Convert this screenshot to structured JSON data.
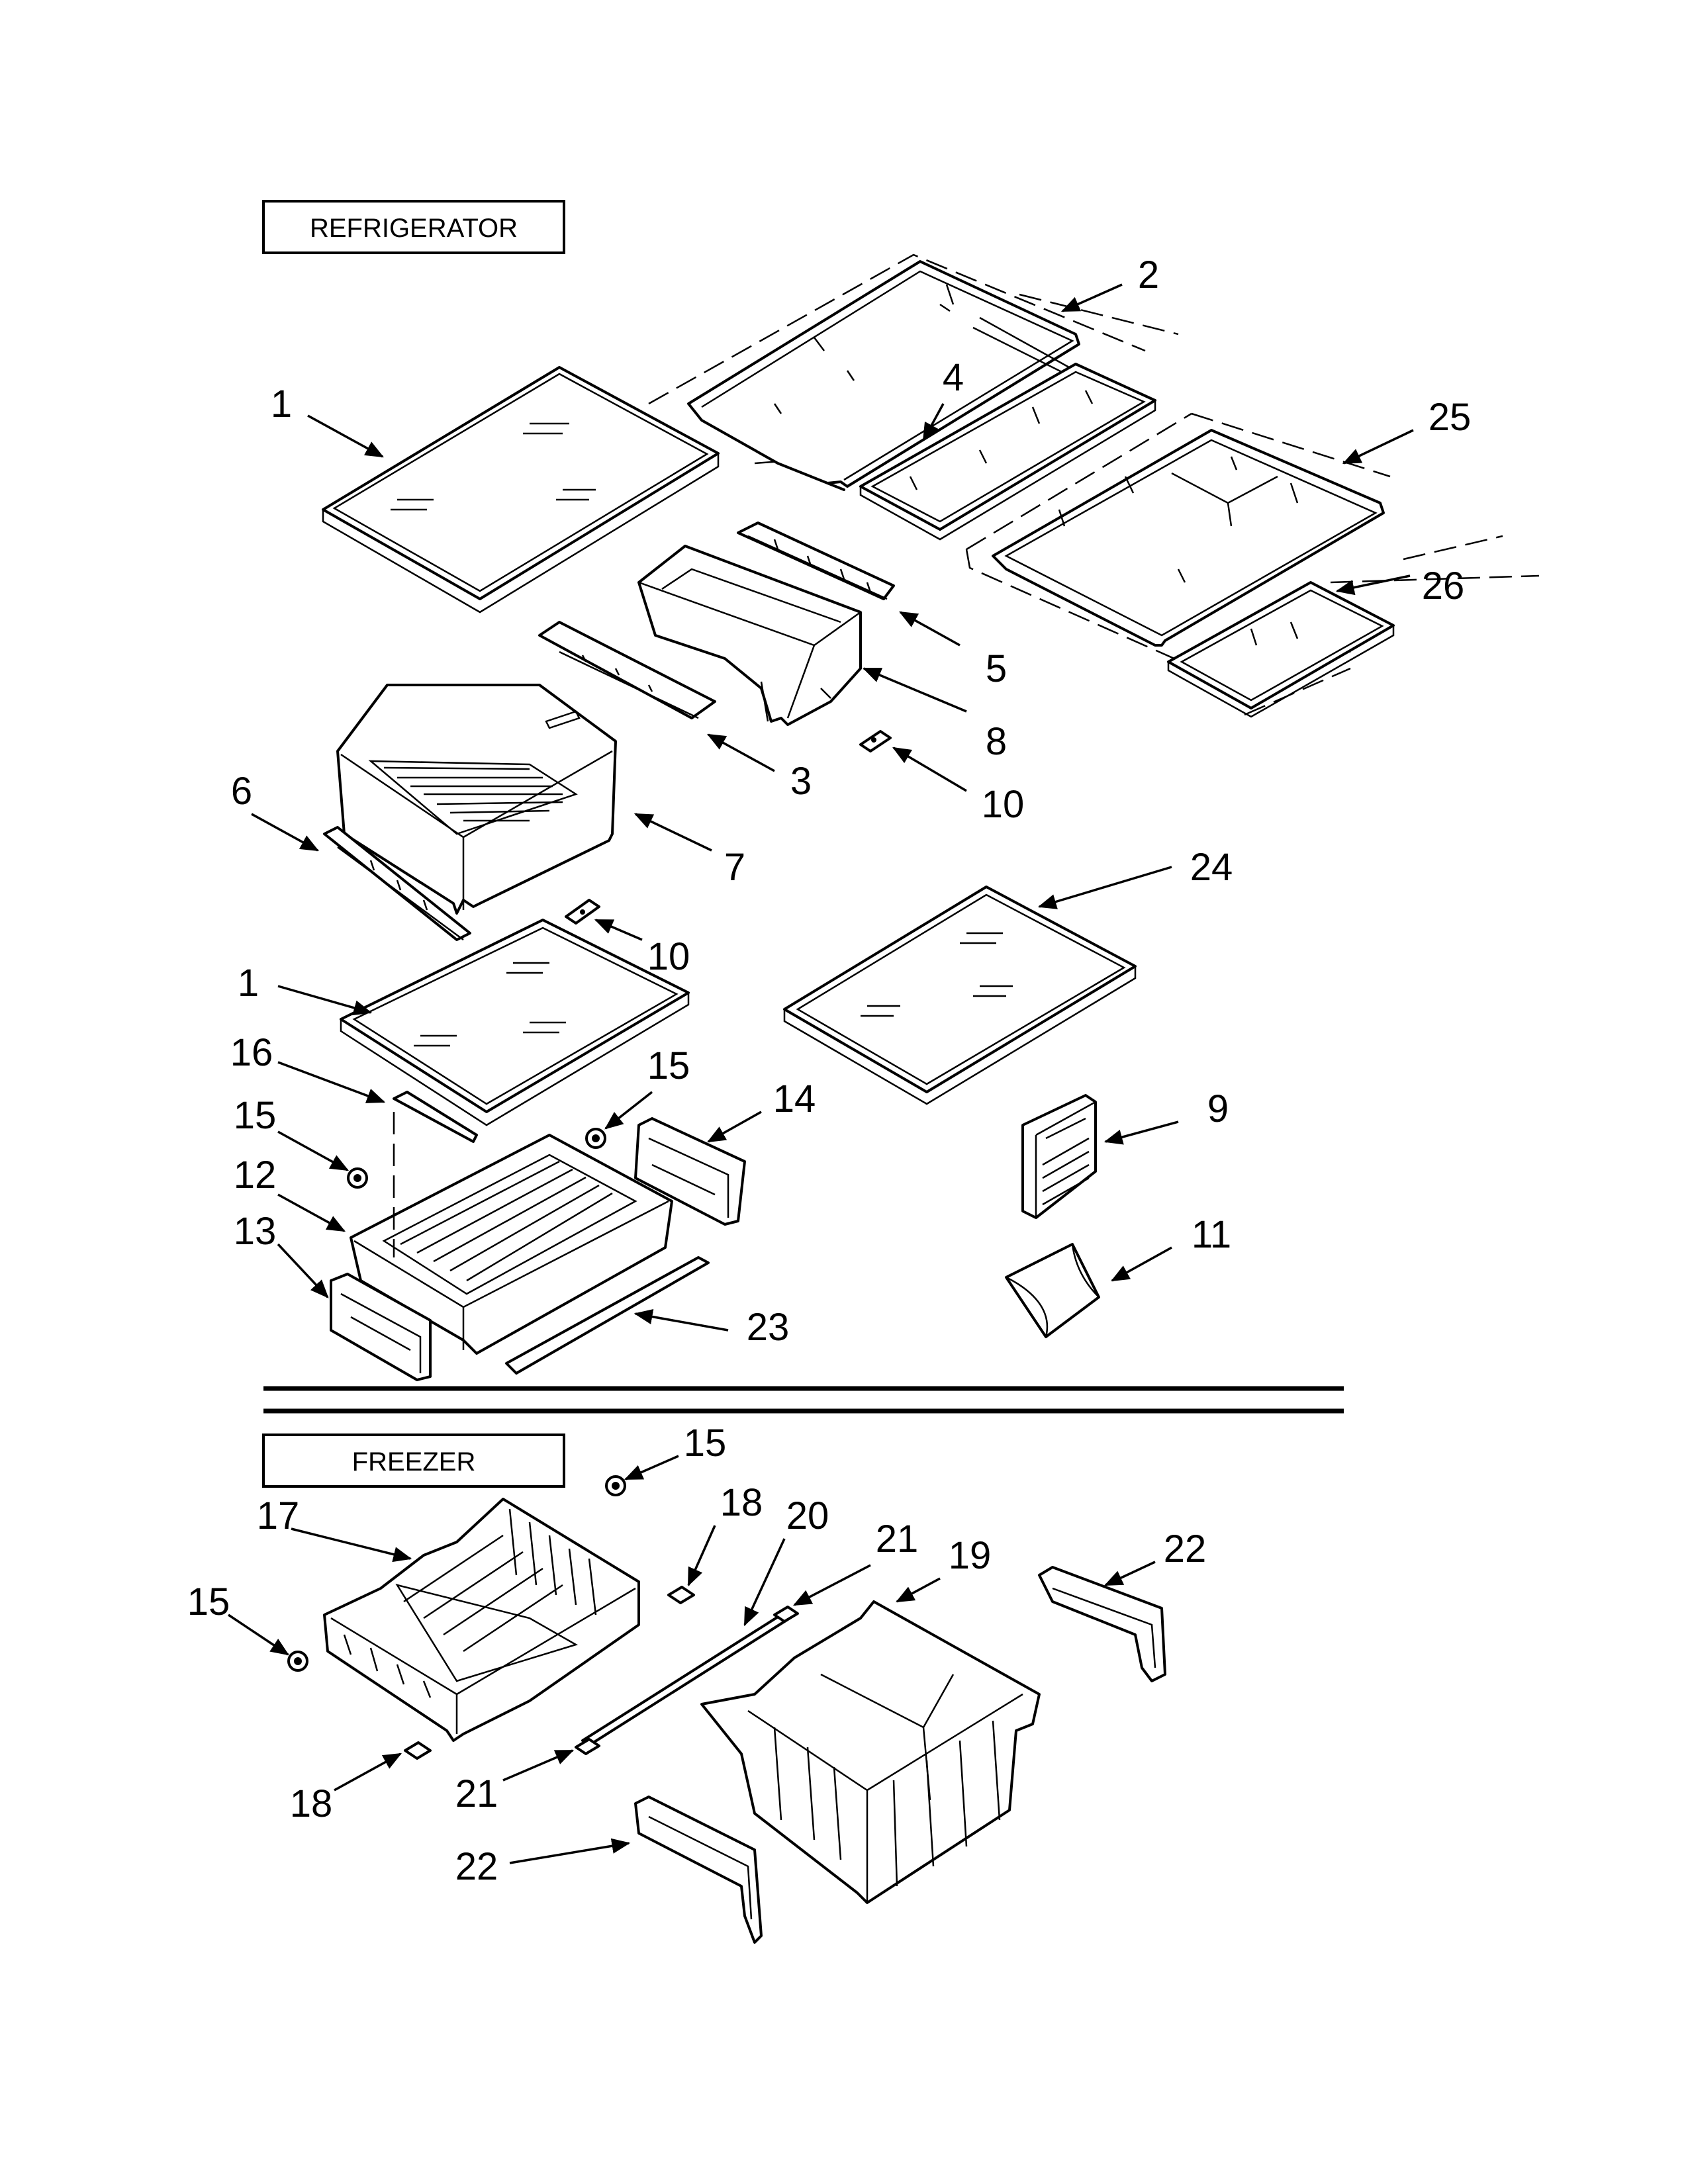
{
  "sections": {
    "refrigerator": "REFRIGERATOR",
    "freezer": "FREEZER"
  },
  "callouts": [
    {
      "id": "c1a",
      "text": "1"
    },
    {
      "id": "c2",
      "text": "2"
    },
    {
      "id": "c4",
      "text": "4"
    },
    {
      "id": "c25",
      "text": "25"
    },
    {
      "id": "c5",
      "text": "5"
    },
    {
      "id": "c26",
      "text": "26"
    },
    {
      "id": "c8",
      "text": "8"
    },
    {
      "id": "c3",
      "text": "3"
    },
    {
      "id": "c10a",
      "text": "10"
    },
    {
      "id": "c6",
      "text": "6"
    },
    {
      "id": "c7",
      "text": "7"
    },
    {
      "id": "c10b",
      "text": "10"
    },
    {
      "id": "c24",
      "text": "24"
    },
    {
      "id": "c1b",
      "text": "1"
    },
    {
      "id": "c16",
      "text": "16"
    },
    {
      "id": "c15a",
      "text": "15"
    },
    {
      "id": "c15b",
      "text": "15"
    },
    {
      "id": "c14",
      "text": "14"
    },
    {
      "id": "c9",
      "text": "9"
    },
    {
      "id": "c12",
      "text": "12"
    },
    {
      "id": "c13",
      "text": "13"
    },
    {
      "id": "c11",
      "text": "11"
    },
    {
      "id": "c23",
      "text": "23"
    },
    {
      "id": "c15c",
      "text": "15"
    },
    {
      "id": "c18a",
      "text": "18"
    },
    {
      "id": "c20",
      "text": "20"
    },
    {
      "id": "c21a",
      "text": "21"
    },
    {
      "id": "c19",
      "text": "19"
    },
    {
      "id": "c22a",
      "text": "22"
    },
    {
      "id": "c17",
      "text": "17"
    },
    {
      "id": "c15d",
      "text": "15"
    },
    {
      "id": "c18b",
      "text": "18"
    },
    {
      "id": "c21b",
      "text": "21"
    },
    {
      "id": "c22b",
      "text": "22"
    }
  ]
}
